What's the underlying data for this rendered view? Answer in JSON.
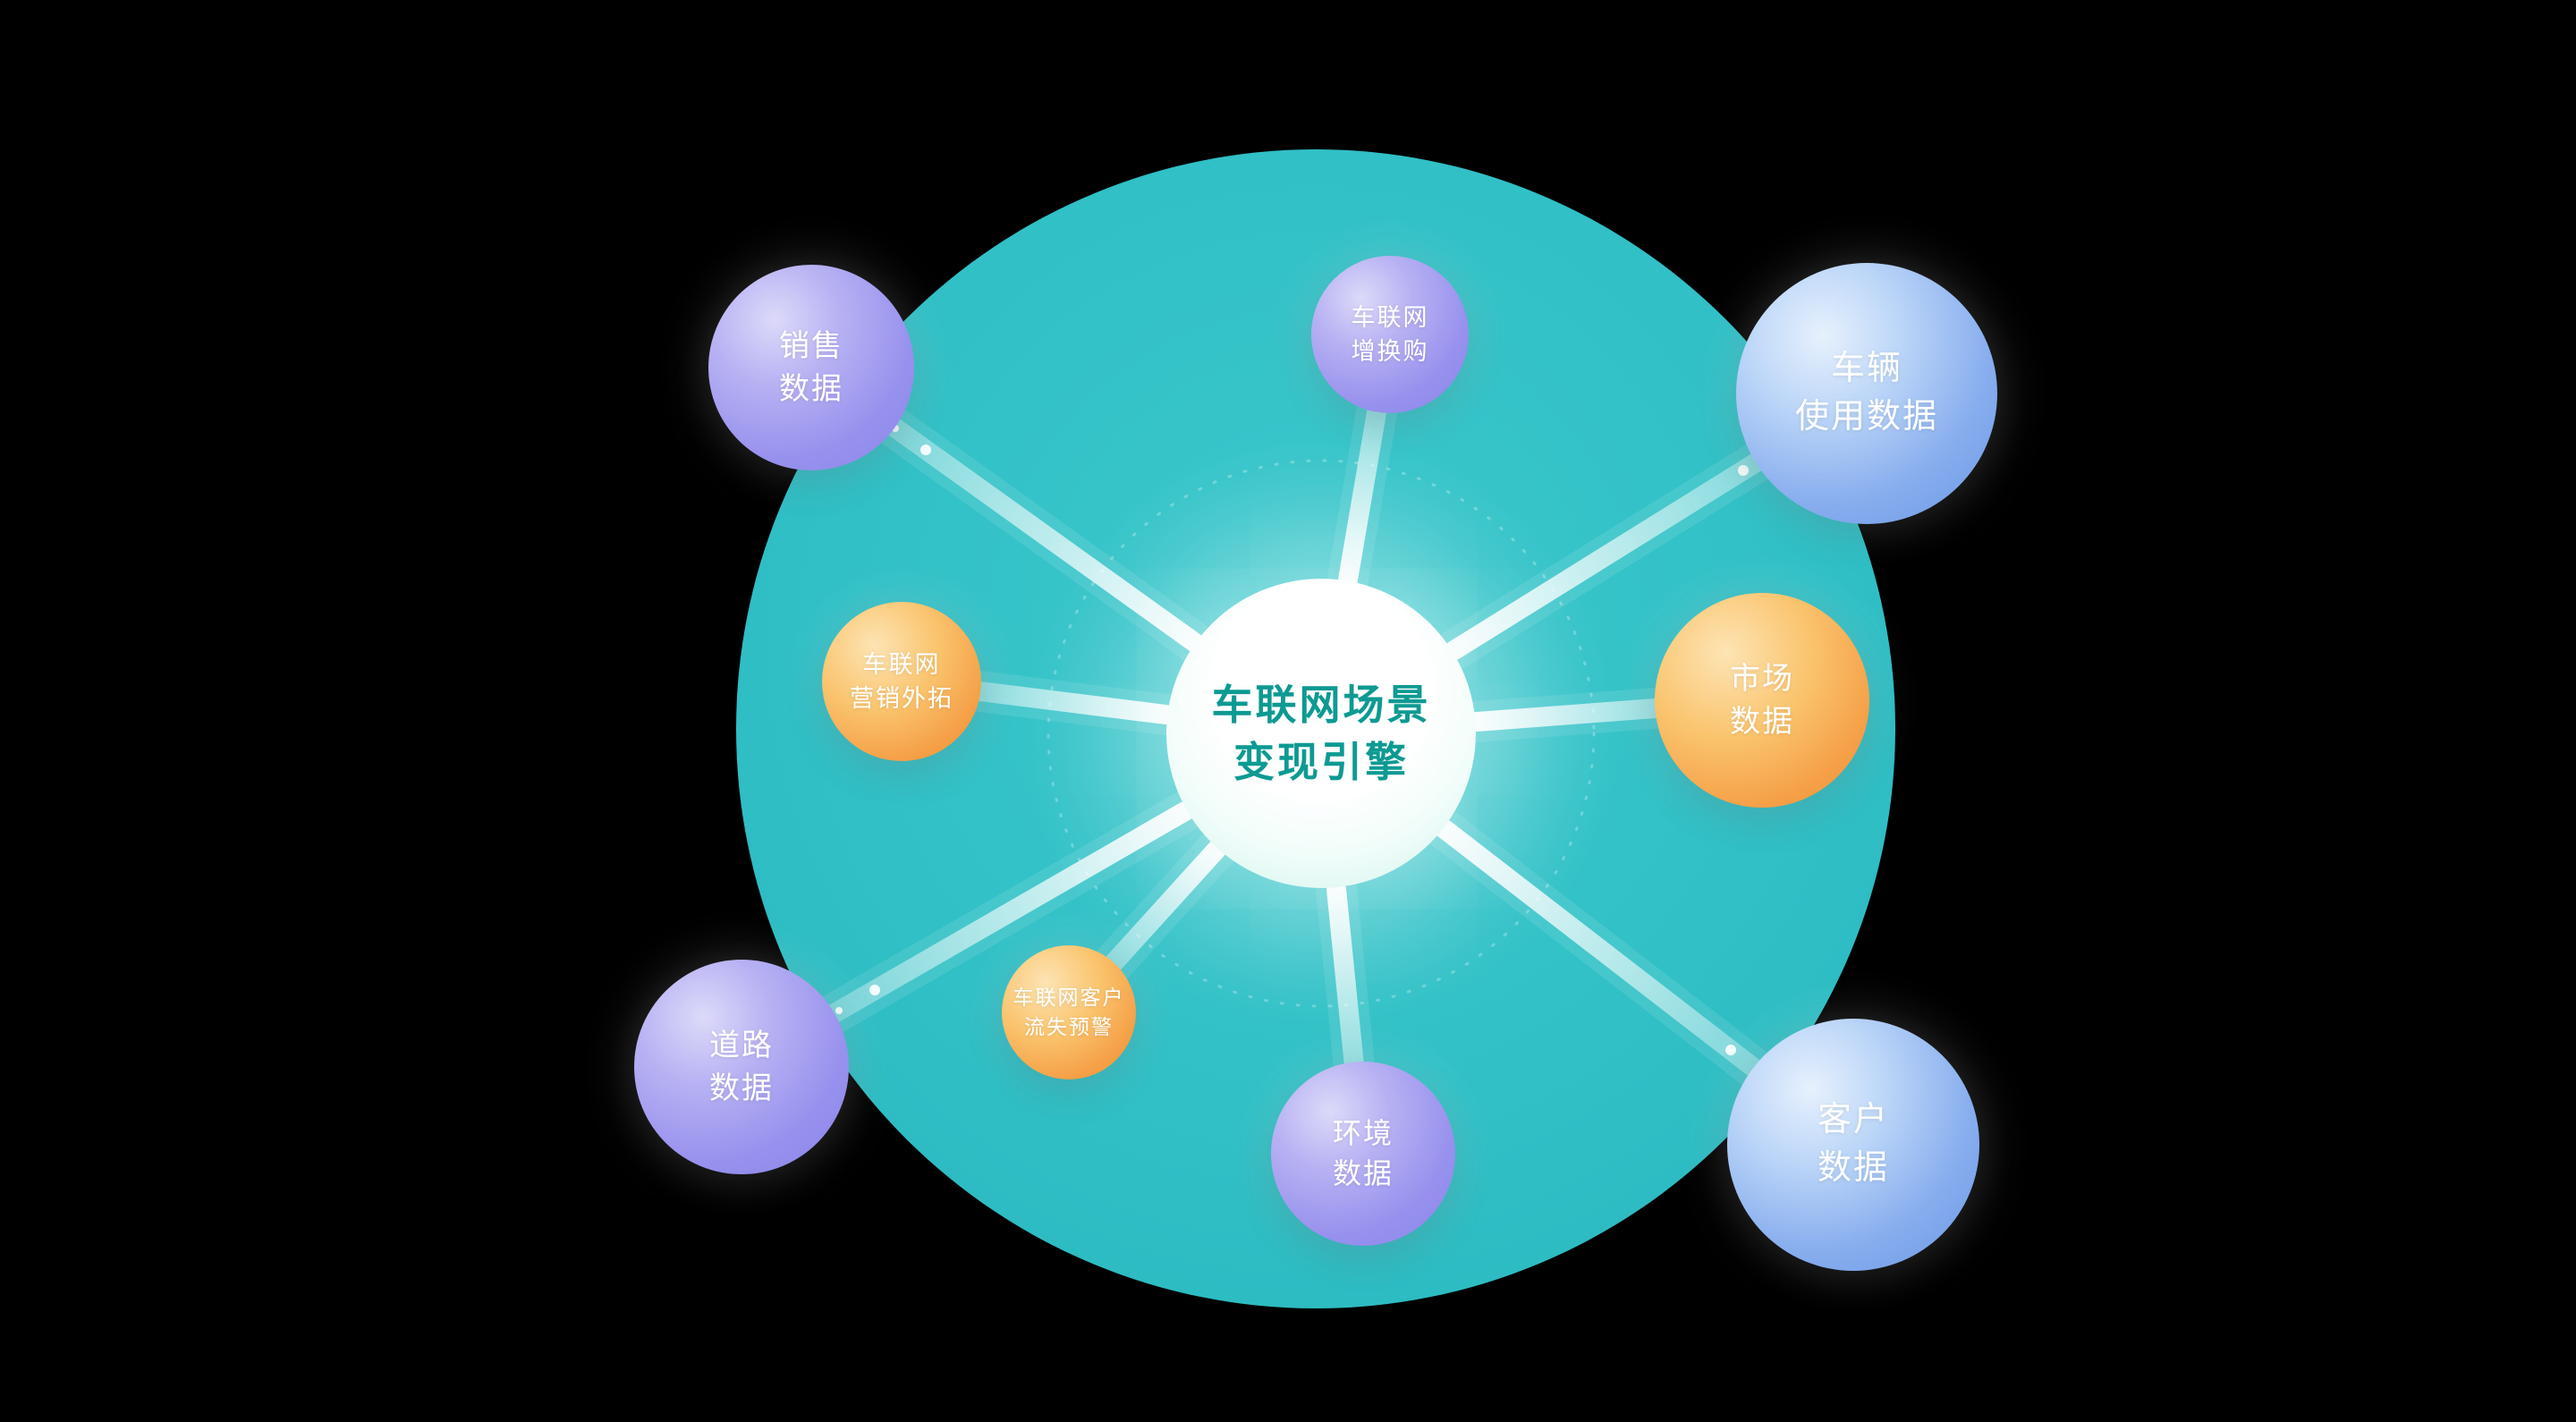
{
  "center_node": {
    "line1": "车联网场景",
    "line2": "变现引擎"
  },
  "nodes": [
    {
      "id": "sales-data",
      "line1": "销售",
      "line2": "数据"
    },
    {
      "id": "iov-trade-in",
      "line1": "车联网",
      "line2": "增换购"
    },
    {
      "id": "vehicle-usage-data",
      "line1": "车辆",
      "line2": "使用数据"
    },
    {
      "id": "market-data",
      "line1": "市场",
      "line2": "数据"
    },
    {
      "id": "iov-marketing-expansion",
      "line1": "车联网",
      "line2": "营销外拓"
    },
    {
      "id": "road-data",
      "line1": "道路",
      "line2": "数据"
    },
    {
      "id": "iov-customer-churn-alert",
      "line1": "车联网客户",
      "line2": "流失预警"
    },
    {
      "id": "environment-data",
      "line1": "环境",
      "line2": "数据"
    },
    {
      "id": "customer-data",
      "line1": "客户",
      "line2": "数据"
    }
  ],
  "colors": {
    "background": "#000000",
    "stage_disc": "#30c0c6",
    "center_text": "#0d9a92",
    "purple_bubble": "#8a84e7",
    "blue_bubble": "#6b97e3",
    "orange_bubble": "#f08e37",
    "beam": "#ffffff"
  }
}
